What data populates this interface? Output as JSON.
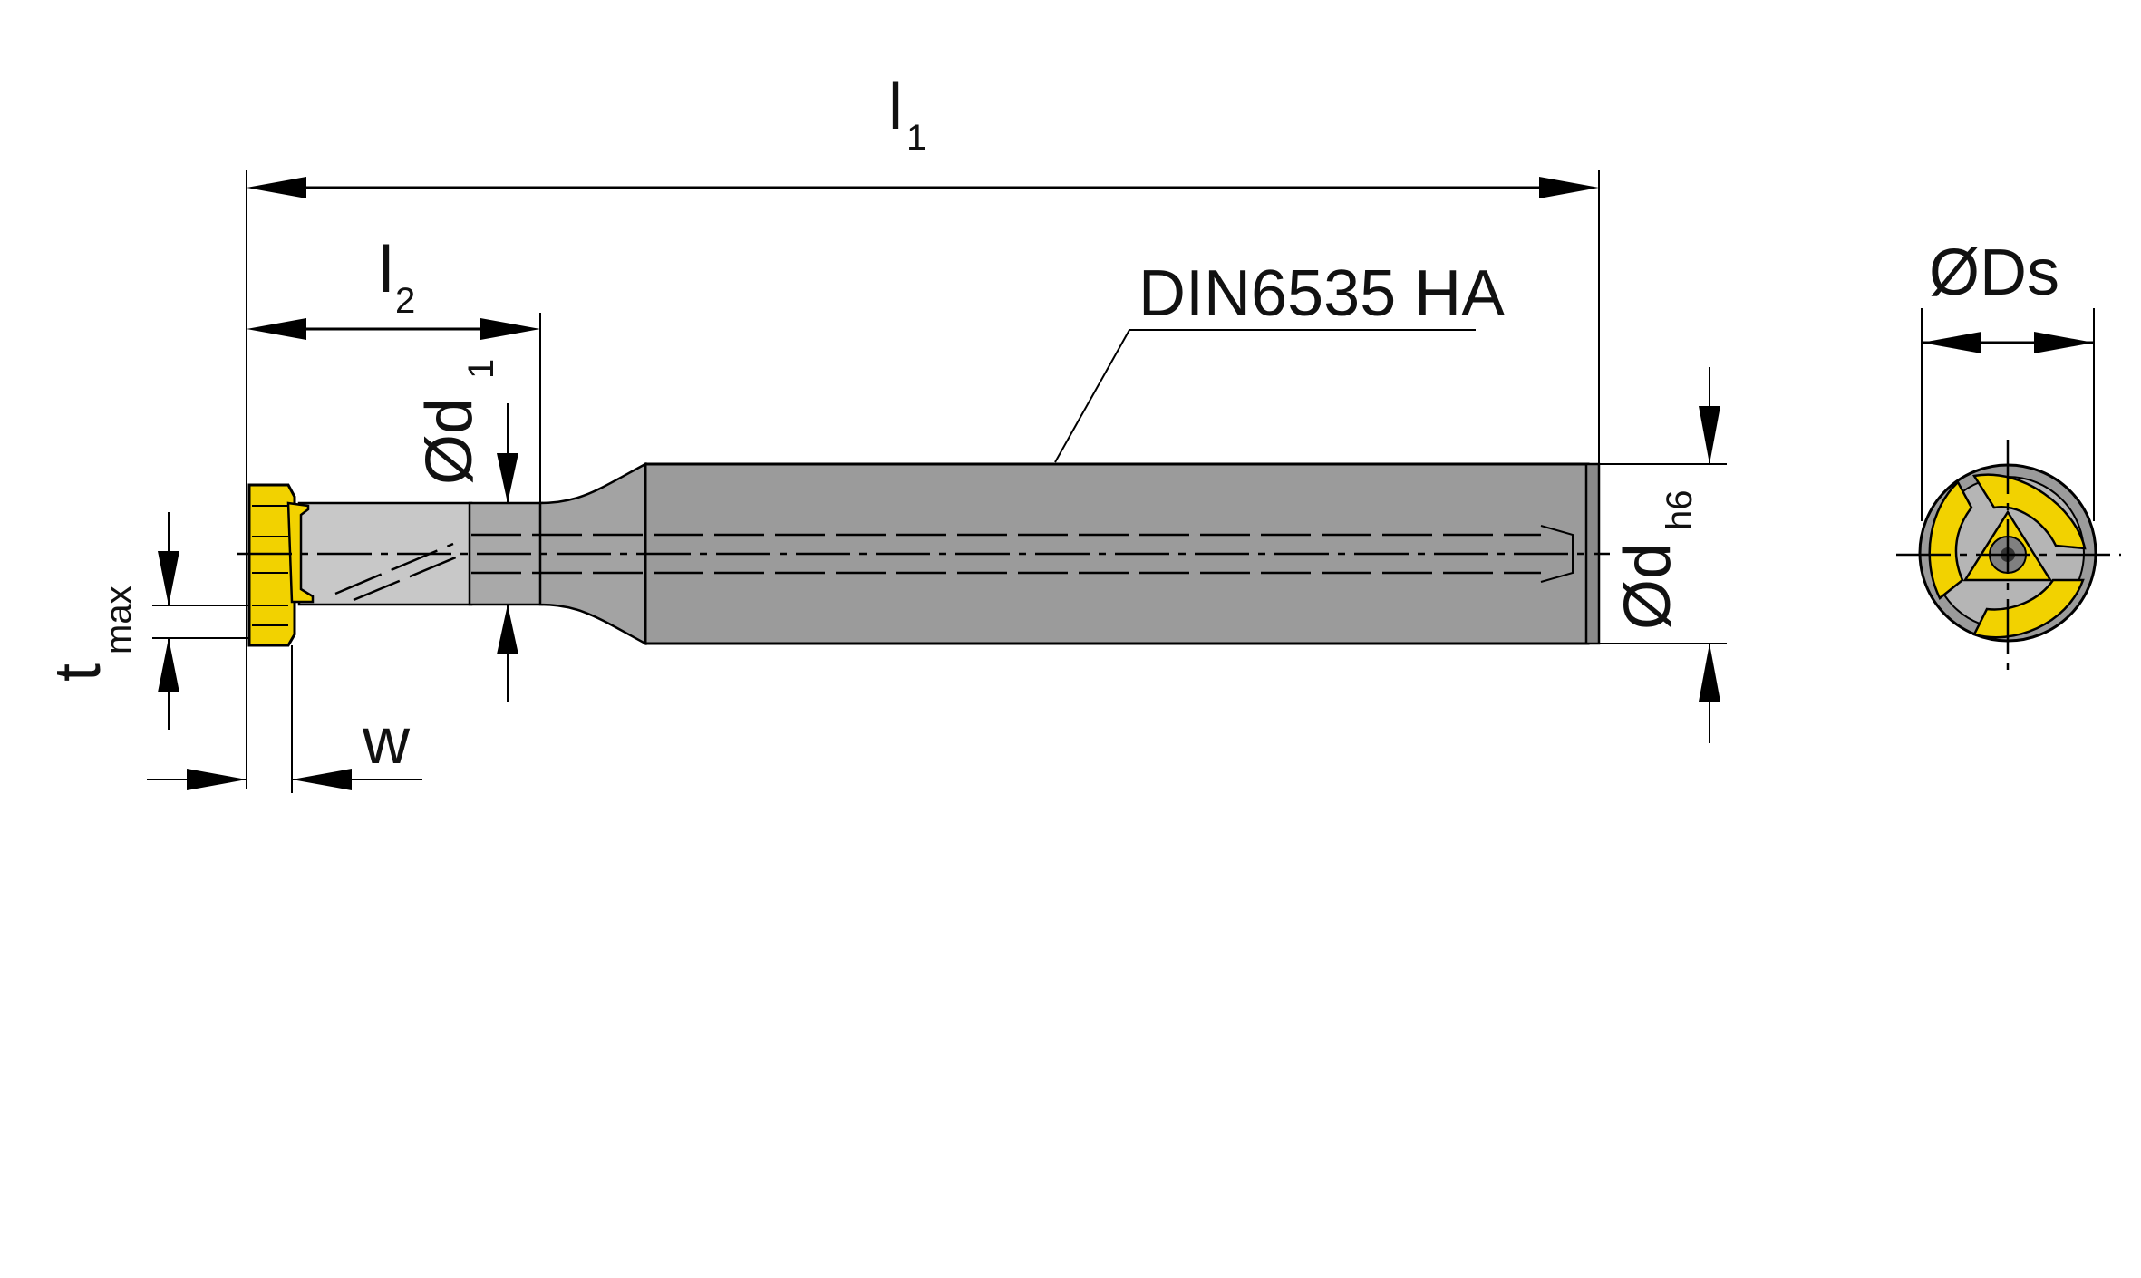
{
  "labels": {
    "l1_main": "l",
    "l1_sub": "1",
    "l2_main": "l",
    "l2_sub": "2",
    "d1_main": "Ød",
    "d1_sub": "1",
    "dh6_main": "Ød",
    "dh6_sub": "h6",
    "tmax_main": "t",
    "tmax_sub": "max",
    "w": "w",
    "shank_std": "DIN6535 HA",
    "ds": "ØDs"
  },
  "colors": {
    "insert": "#f2d200",
    "insert_dark": "#c9a800",
    "shank": "#9b9b9b",
    "neck": "#c8c8c8",
    "outline": "#000000"
  }
}
